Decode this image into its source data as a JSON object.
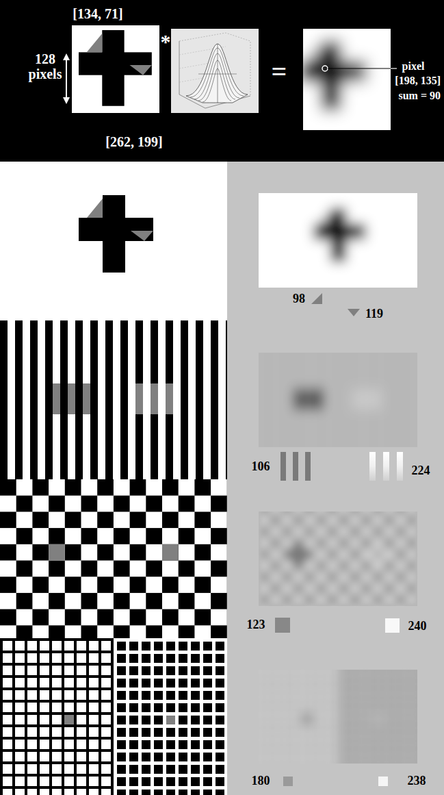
{
  "diagram": {
    "labels": [
      "[134, 71]",
      "128 pixels",
      "*",
      "=",
      "pixel",
      "[198, 135]",
      "sum = 90",
      "[262, 199]",
      "98",
      "119",
      "106",
      "224",
      "123",
      "240",
      "180",
      "238"
    ]
  }
}
